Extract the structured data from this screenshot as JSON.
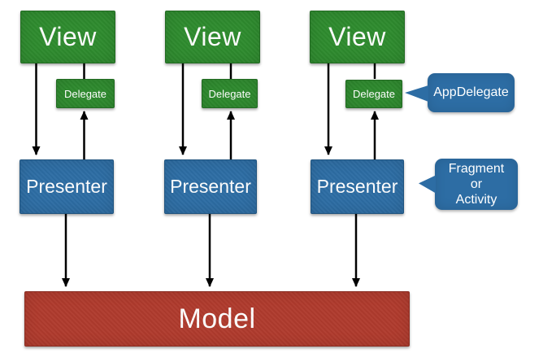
{
  "diagram": {
    "columns": [
      {
        "view_label": "View",
        "delegate_label": "Delegate",
        "presenter_label": "Presenter"
      },
      {
        "view_label": "View",
        "delegate_label": "Delegate",
        "presenter_label": "Presenter"
      },
      {
        "view_label": "View",
        "delegate_label": "Delegate",
        "presenter_label": "Presenter"
      }
    ],
    "model_label": "Model",
    "callouts": {
      "app_delegate": {
        "label": "AppDelegate"
      },
      "fragment_activity": {
        "lines": [
          "Fragment",
          "or",
          "Activity"
        ]
      }
    },
    "colors": {
      "view_delegate_green": "#2e8b2e",
      "presenter_callout_blue": "#2d6da4",
      "model_red": "#b03b2d",
      "arrow_black": "#000000",
      "label_white": "#ffffff",
      "background_white": "#ffffff"
    }
  }
}
